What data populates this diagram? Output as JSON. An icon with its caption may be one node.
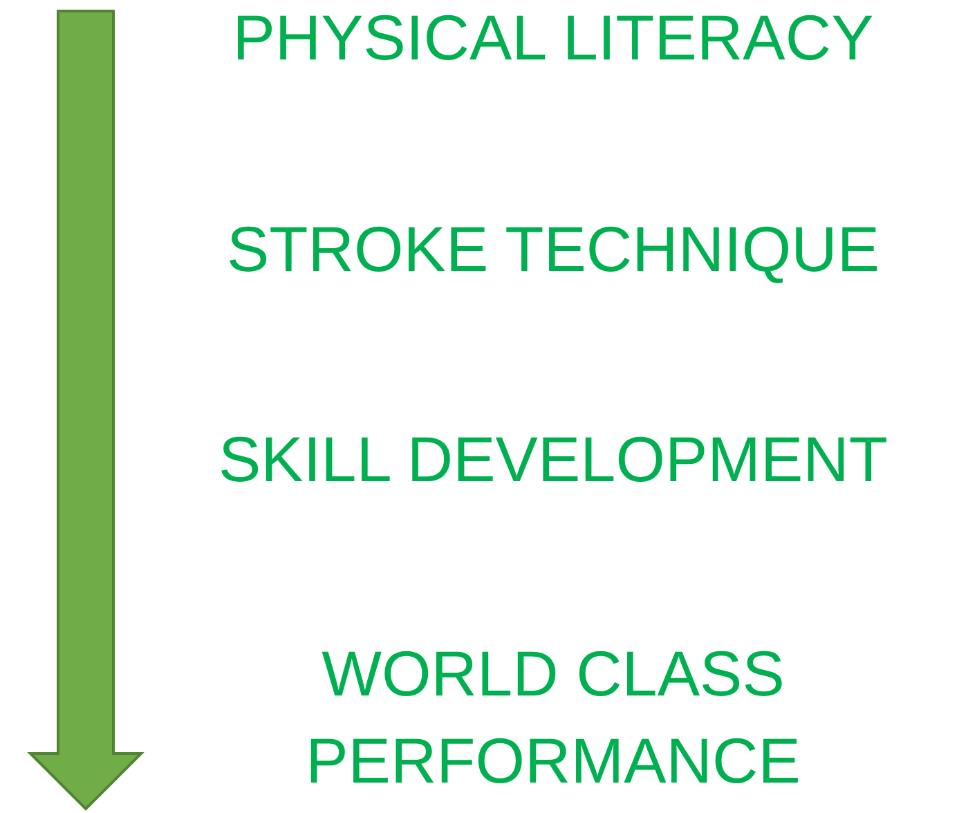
{
  "diagram": {
    "labels": [
      "PHYSICAL LITERACY",
      "STROKE TECHNIQUE",
      "SKILL DEVELOPMENT",
      "WORLD CLASS PERFORMANCE"
    ]
  }
}
